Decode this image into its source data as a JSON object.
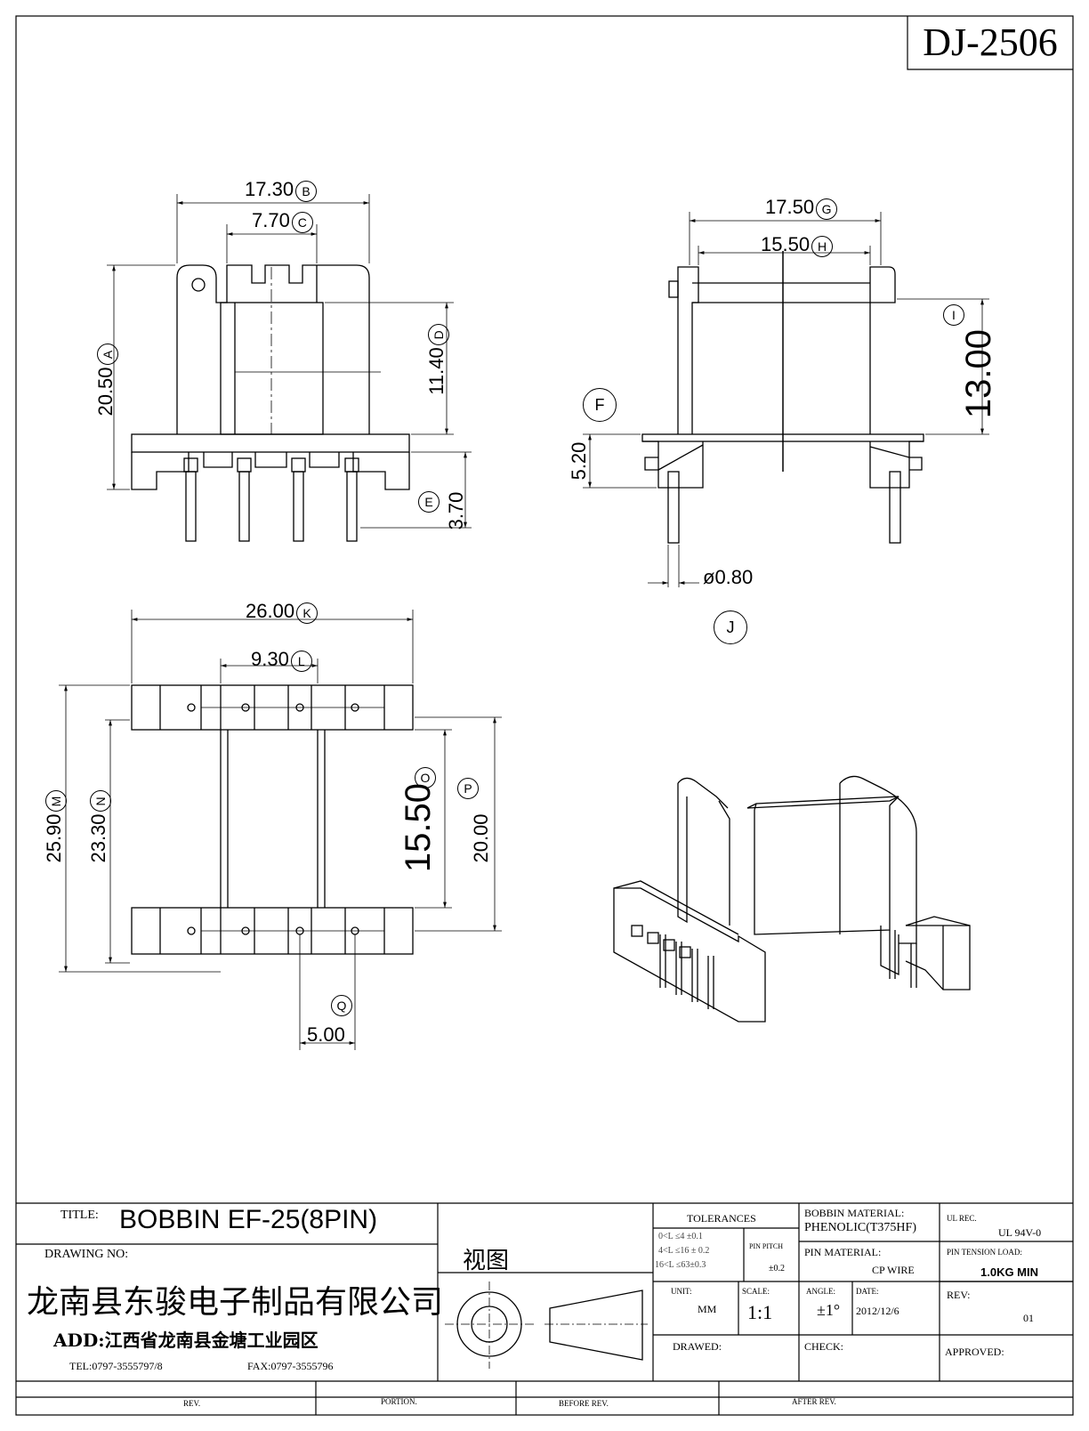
{
  "drawing_number": "DJ-2506",
  "dimensions": {
    "B": {
      "value": "17.30",
      "letter": "B"
    },
    "C": {
      "value": "7.70",
      "letter": "C"
    },
    "A": {
      "value": "20.50",
      "letter": "A"
    },
    "D": {
      "value": "11.40",
      "letter": "D"
    },
    "E": {
      "value": "3.70",
      "letter": "E"
    },
    "G": {
      "value": "17.50",
      "letter": "G"
    },
    "H": {
      "value": "15.50",
      "letter": "H"
    },
    "I": {
      "value": "13.00",
      "letter": "I"
    },
    "F": {
      "value": "5.20",
      "letter": "F"
    },
    "J": {
      "value": "ø0.80",
      "letter": "J"
    },
    "K": {
      "value": "26.00",
      "letter": "K"
    },
    "L": {
      "value": "9.30",
      "letter": "L"
    },
    "M": {
      "value": "25.90",
      "letter": "M"
    },
    "N": {
      "value": "23.30",
      "letter": "N"
    },
    "O": {
      "value": "15.50",
      "letter": "O"
    },
    "P": {
      "value": "20.00",
      "letter": "P"
    },
    "Q": {
      "value": "5.00",
      "letter": "Q"
    }
  },
  "title_block": {
    "title_label": "TITLE:",
    "title_value": "BOBBIN EF-25(8PIN)",
    "drawing_no_label": "DRAWING NO:",
    "view_label": "视图",
    "company": "龙南县东骏电子制品有限公司",
    "address": "ADD:江西省龙南县金塘工业园区",
    "tel": "TEL:0797-3555797/8",
    "fax": "FAX:0797-3555796",
    "tolerances_label": "TOLERANCES",
    "tol_1": "0<L ≤4  ±0.1",
    "tol_2": "4<L ≤16  ± 0.2",
    "tol_3": "16<L ≤63±0.3",
    "pin_pitch_label": "PIN PITCH",
    "pin_pitch_value": "±0.2",
    "bobbin_material_label": "BOBBIN MATERIAL:",
    "bobbin_material_value": "PHENOLIC(T375HF)",
    "pin_material_label": "PIN MATERIAL:",
    "pin_material_value": "CP WIRE",
    "ul_rec_label": "UL REC.",
    "ul_rec_value": "UL 94V-0",
    "pin_tension_label": "PIN TENSION LOAD:",
    "pin_tension_value": "1.0KG MIN",
    "unit_label": "UNIT:",
    "unit_value": "MM",
    "scale_label": "SCALE:",
    "scale_value": "1:1",
    "angle_label": "ANGLE:",
    "angle_value": "±1°",
    "date_label": "DATE:",
    "date_value": "2012/12/6",
    "rev_label": "REV:",
    "rev_value": "01",
    "drawed_label": "DRAWED:",
    "check_label": "CHECK:",
    "approved_label": "APPROVED:",
    "rev_col": "REV.",
    "portion_col": "PORTION.",
    "before_rev_col": "BEFORE REV.",
    "after_rev_col": "AFTER REV."
  }
}
